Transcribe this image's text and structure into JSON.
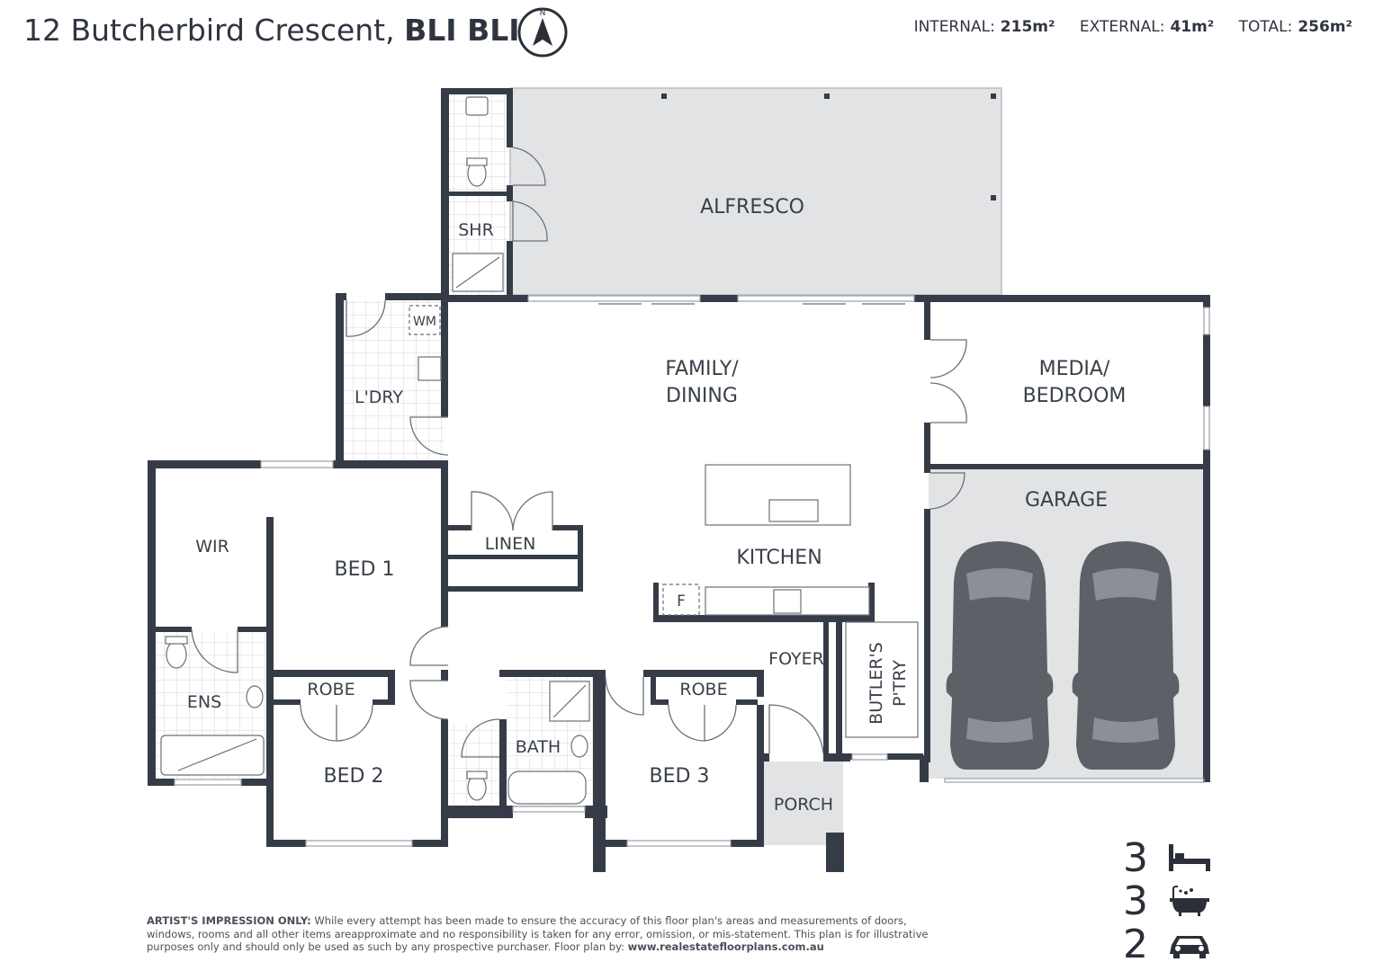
{
  "header": {
    "address": "12 Butcherbird Crescent,",
    "suburb": "BLI BLI",
    "compass_letter": "N"
  },
  "areas": {
    "internal_label": "INTERNAL:",
    "internal_value": "215m²",
    "external_label": "EXTERNAL:",
    "external_value": "41m²",
    "total_label": "TOTAL:",
    "total_value": "256m²"
  },
  "rooms": {
    "alfresco": "ALFRESCO",
    "shr": "SHR",
    "wm": "WM",
    "laundry": "L'DRY",
    "family_dining_1": "FAMILY/",
    "family_dining_2": "DINING",
    "media_1": "MEDIA/",
    "media_2": "BEDROOM",
    "garage": "GARAGE",
    "wir": "WIR",
    "bed1": "BED 1",
    "linen": "LINEN",
    "kitchen": "KITCHEN",
    "fridge": "F",
    "foyer": "FOYER",
    "butlers": "BUTLER'S",
    "pantry": "P'TRY",
    "ens": "ENS",
    "robe_a": "ROBE",
    "robe_b": "ROBE",
    "bed2": "BED 2",
    "bath": "BATH",
    "bed3": "BED 3",
    "porch": "PORCH"
  },
  "summary": {
    "bedrooms": "3",
    "bathrooms": "3",
    "car_spaces": "2",
    "icons": [
      "bed-icon",
      "bath-icon",
      "car-icon"
    ]
  },
  "disclaimer": {
    "lead": "ARTIST'S IMPRESSION ONLY:",
    "body": "While every attempt has been made to ensure the accuracy of this floor plan's areas and measurements of doors, windows, rooms and all other items areapproximate and no responsibility is taken for any error, omission, or mis-statement. This plan is for illustrative purposes only and should only be used as such by any prospective purchaser. Floor plan by:",
    "website": "www.realestatefloorplans.com.au"
  },
  "colors": {
    "wall": "#363c47",
    "shaded_area": "#e2e3e4",
    "car": "#5d6067",
    "text": "#333a45"
  }
}
